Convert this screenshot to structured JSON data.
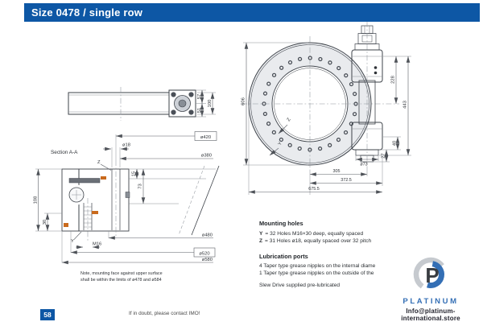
{
  "header": {
    "title": "Size 0478 / single row"
  },
  "side_view": {
    "d57": "57",
    "d51": "51",
    "d100": "100"
  },
  "section": {
    "label": "Section A-A",
    "d420": "ø420",
    "d18": "ø18",
    "d380": "ø380",
    "d15": "15",
    "d73": "73",
    "d108": "108",
    "d30": "30",
    "z": "Z",
    "y": "Y",
    "m16": "M16",
    "d480": "ø480",
    "d520": "ø520",
    "d580": "ø580",
    "note1": "Note, mounting face against upper surface",
    "note2": "shall be within the limits of ø478 and ø584"
  },
  "front": {
    "d606": "606",
    "d228": "228",
    "d443": "443",
    "d40": "40",
    "d27": "27",
    "d73": "ø73",
    "d305": "305",
    "d3725": "372.5",
    "d6755": "675.5",
    "z": "Z",
    "y": "Y"
  },
  "mounting": {
    "heading": "Mounting holes",
    "rows": [
      {
        "key": "Y",
        "text": "= 32 Holes M16×30 deep, equally spaced"
      },
      {
        "key": "Z",
        "text": "= 31 Holes ø18, equally spaced over 32 pitch"
      }
    ]
  },
  "lubrication": {
    "heading": "Lubrication ports",
    "line1": "4 Taper type grease nipples on the internal diame",
    "line2": "1 Taper type grease nipples on the outside of the",
    "line3": "Slew Drive supplied pre-lubricated"
  },
  "footer": {
    "page": "58",
    "note": "If in doubt, please contact IMO!"
  },
  "watermark": {
    "letter": "P",
    "brand": "PLATINUM",
    "email": "Info@platinum-international.store"
  },
  "colors": {
    "accent": "#0d57a5",
    "seal_orange": "#c96a1d",
    "logo_blue": "#2a68b2",
    "logo_gray": "#c3c8cd"
  }
}
